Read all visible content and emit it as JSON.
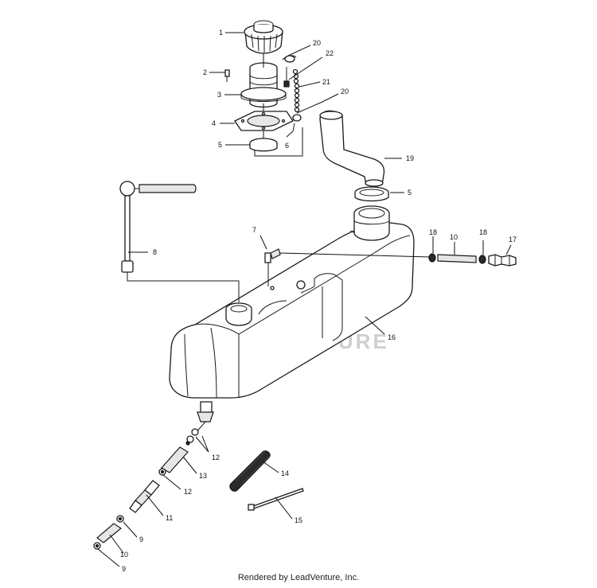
{
  "footer": {
    "credit": "Rendered by LeadVenture, Inc."
  },
  "watermark": {
    "text": "ADVENTURE"
  },
  "callouts": {
    "c1": "1",
    "c2": "2",
    "c3": "3",
    "c4": "4",
    "c5a": "5",
    "c5b": "5",
    "c6": "6",
    "c7": "7",
    "c8": "8",
    "c9a": "9",
    "c9b": "9",
    "c10a": "10",
    "c10b": "10",
    "c11": "11",
    "c12a": "12",
    "c12b": "12",
    "c13": "13",
    "c14": "14",
    "c15": "15",
    "c16": "16",
    "c17": "17",
    "c18a": "18",
    "c18b": "18",
    "c19": "19",
    "c20a": "20",
    "c20b": "20",
    "c21": "21",
    "c22": "22"
  }
}
